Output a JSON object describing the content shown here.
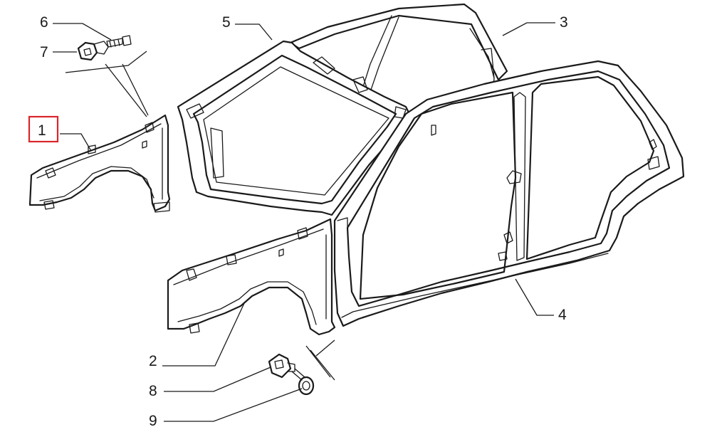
{
  "callouts": {
    "c1": "1",
    "c2": "2",
    "c3": "3",
    "c4": "4",
    "c5": "5",
    "c6": "6",
    "c7": "7",
    "c8": "8",
    "c9": "9"
  },
  "highlight": {
    "part": "1",
    "color": "#d9262c"
  }
}
